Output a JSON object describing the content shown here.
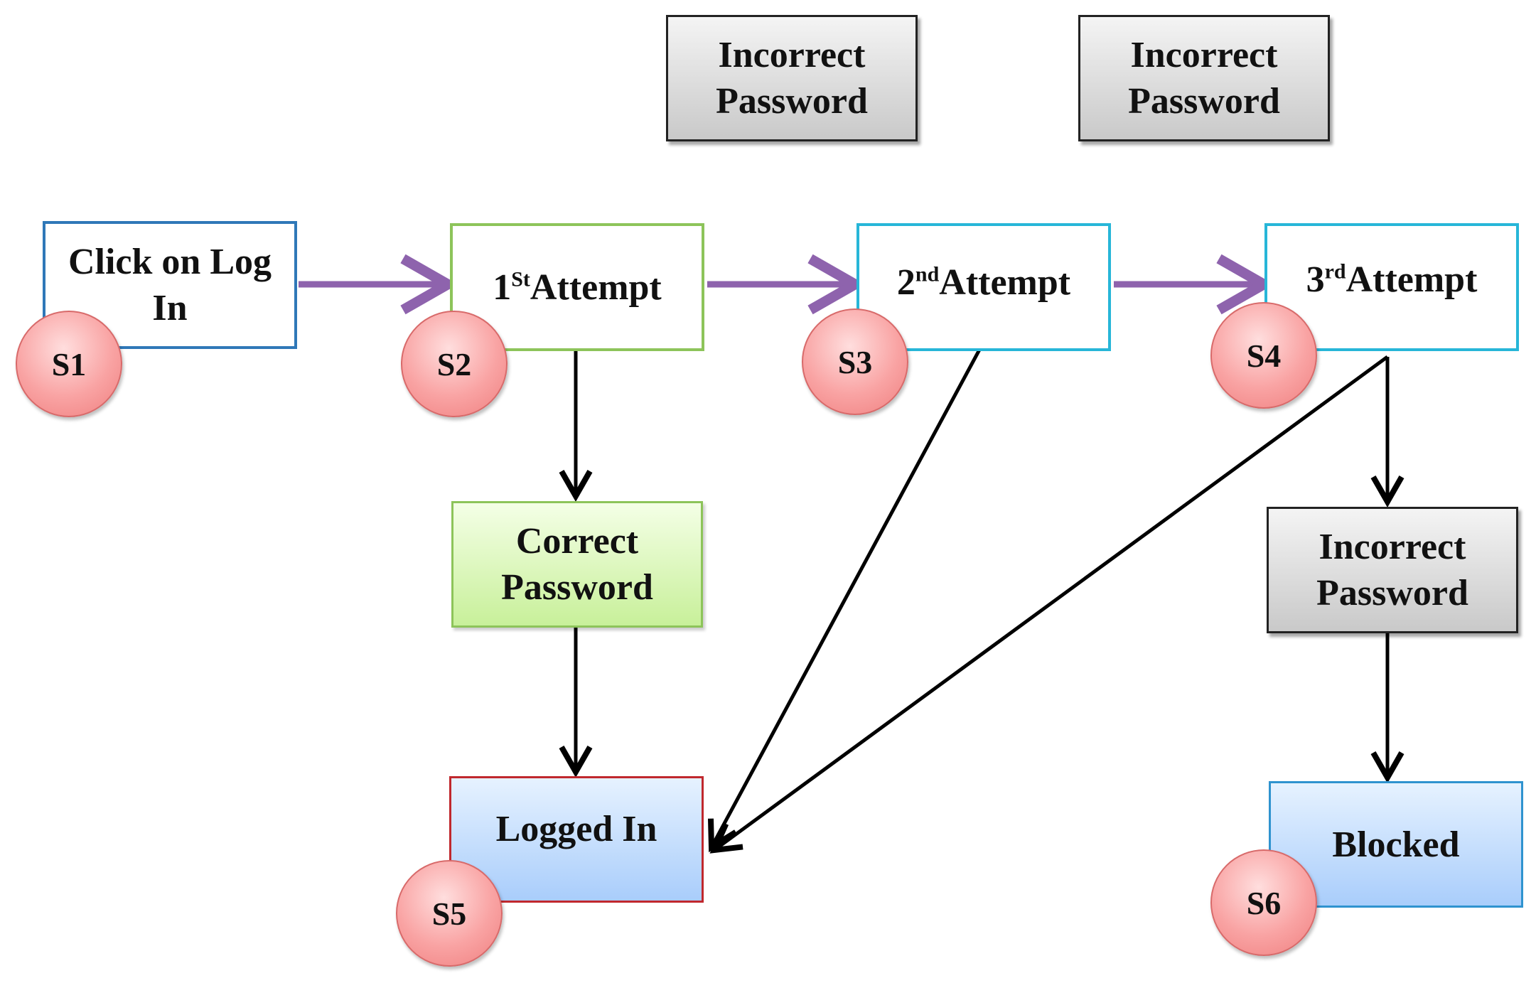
{
  "nodes": {
    "click_login": {
      "line1": "Click on Log",
      "line2": "In"
    },
    "attempt1": {
      "num": "1",
      "sup": "St",
      "label": "Attempt"
    },
    "attempt2": {
      "num": "2",
      "sup": "nd",
      "label": "Attempt"
    },
    "attempt3": {
      "num": "3",
      "sup": "rd",
      "label": "Attempt"
    },
    "incorrect_top_1": {
      "line1": "Incorrect",
      "line2": "Password"
    },
    "incorrect_top_2": {
      "line1": "Incorrect",
      "line2": "Password"
    },
    "correct_password": {
      "line1": "Correct",
      "line2": "Password"
    },
    "incorrect_bottom": {
      "line1": "Incorrect",
      "line2": "Password"
    },
    "logged_in": {
      "label": "Logged In"
    },
    "blocked": {
      "label": "Blocked"
    }
  },
  "states": [
    "S1",
    "S2",
    "S3",
    "S4",
    "S5",
    "S6"
  ],
  "colors": {
    "sequence_arrow": "#8e63ad",
    "flow_arrow": "#000000",
    "state_fill": "#f9a3a3",
    "box_border_blue": "#2f78b8",
    "box_border_green": "#8dc45a",
    "box_border_cyan": "#27b6d8",
    "box_border_red": "#c0282d"
  }
}
